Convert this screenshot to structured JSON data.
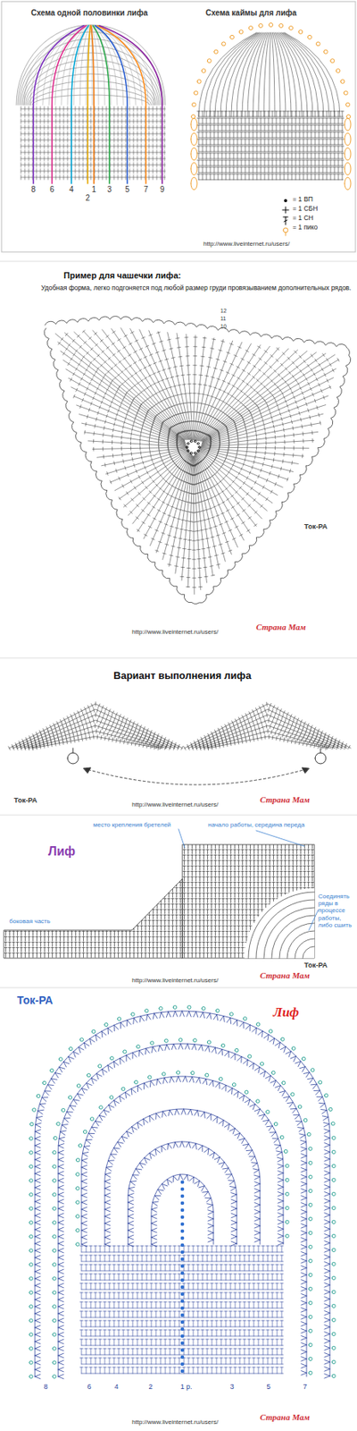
{
  "diagram": {
    "labels": [
      "Схема одной половинки лифа",
      "Схема каймы для лифа",
      "8",
      "6",
      "4",
      "1",
      "3",
      "5",
      "7",
      "9",
      "2",
      "http://www.liveinternet.ru/users/",
      "Пример для чашечки лифа:",
      "Удобная форма, легко подгоняется под любой размер груди провязыванием дополнительных рядов.",
      "12",
      "11",
      "10",
      "Ток-РА",
      "http://www.liveinternet.ru/users/",
      "Страна Мам",
      "Вариант выполнения лифа",
      "Ток-РА",
      "http://www.liveinternet.ru/users/",
      "Страна Мам",
      "Лиф",
      "место крепления бретелей",
      "начало работы, середина переда",
      "боковая часть",
      "Соединять ряды в процессе работы, либо сшить",
      "Ток-РА",
      "http://www.liveinternet.ru/users/",
      "Страна Мам",
      "Ток-РА",
      "Лиф",
      "8",
      "6",
      "4",
      "2",
      "1 р.",
      "3",
      "5",
      "7",
      "http://www.liveinternet.ru/users/",
      "Страна Мам"
    ],
    "legend": [
      {
        "text": "= 1 ВП"
      },
      {
        "text": "= 1 СБН"
      },
      {
        "text": "= 1 СН"
      },
      {
        "text": "= 1 пико"
      }
    ]
  }
}
